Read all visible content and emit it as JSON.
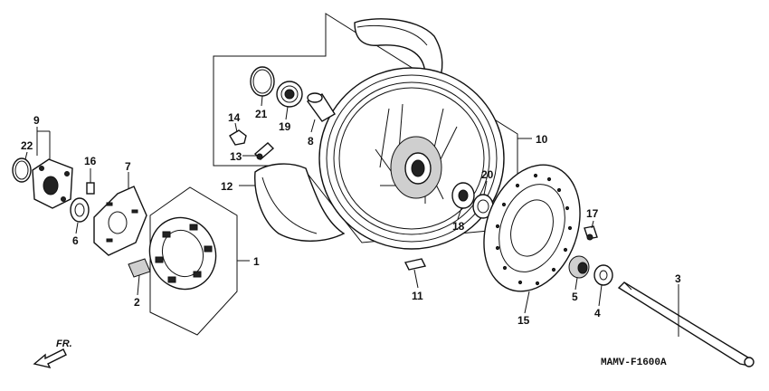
{
  "diagram": {
    "code": "MAMV-F1600A",
    "direction_label": "FR.",
    "callouts": [
      "1",
      "2",
      "3",
      "4",
      "5",
      "6",
      "7",
      "8",
      "9",
      "10",
      "11",
      "12",
      "13",
      "14",
      "15",
      "16",
      "17",
      "18",
      "19",
      "20",
      "21",
      "22"
    ]
  }
}
